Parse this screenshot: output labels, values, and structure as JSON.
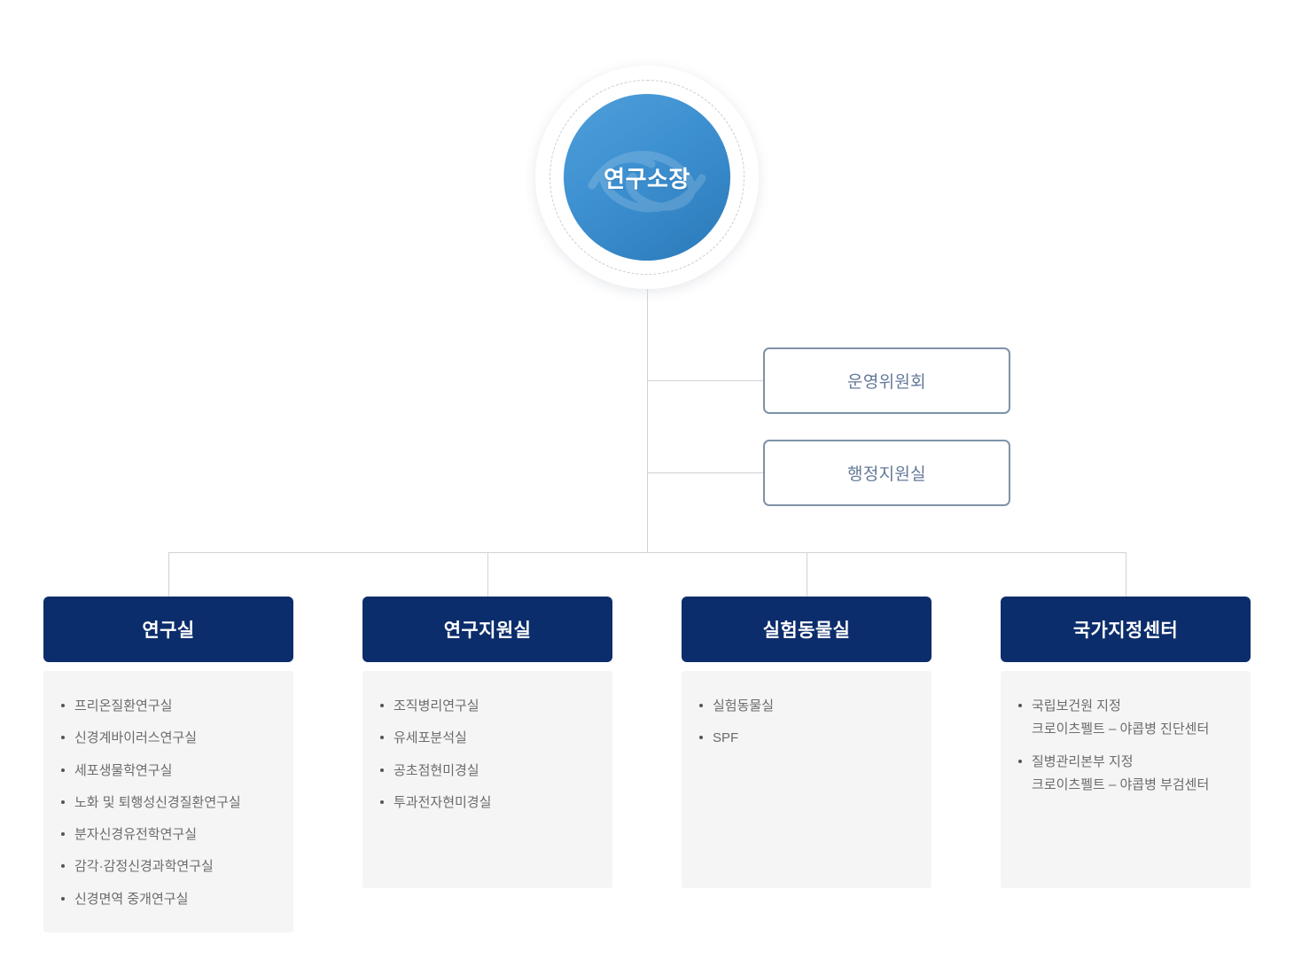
{
  "root": {
    "label": "연구소장",
    "colors": {
      "circle_from": "#4f9fda",
      "circle_to": "#2a79b9",
      "text": "#ffffff"
    }
  },
  "staff_boxes": [
    {
      "label": "운영위원회"
    },
    {
      "label": "행정지원실"
    }
  ],
  "departments": [
    {
      "title": "연구실",
      "items": [
        {
          "text": "프리온질환연구실"
        },
        {
          "text": "신경계바이러스연구실"
        },
        {
          "text": "세포생물학연구실"
        },
        {
          "text": "노화 및 퇴행성신경질환연구실"
        },
        {
          "text": "분자신경유전학연구실"
        },
        {
          "text": "감각·감정신경과학연구실"
        },
        {
          "text": "신경면역 중개연구실"
        }
      ]
    },
    {
      "title": "연구지원실",
      "items": [
        {
          "text": "조직병리연구실"
        },
        {
          "text": "유세포분석실"
        },
        {
          "text": "공초점현미경실"
        },
        {
          "text": "투과전자현미경실"
        }
      ]
    },
    {
      "title": "실험동물실",
      "items": [
        {
          "text": "실험동물실"
        },
        {
          "text": "SPF"
        }
      ]
    },
    {
      "title": "국가지정센터",
      "items": [
        {
          "text": "국립보건원 지정",
          "sub": "크로이츠펠트 – 야콥병 진단센터"
        },
        {
          "text": "질병관리본부 지정",
          "sub": "크로이츠펠트 – 야콥병 부검센터"
        }
      ]
    }
  ],
  "colors": {
    "header_navy": "#0c2d6b",
    "body_gray": "#f5f5f5",
    "box_border": "#7e93a8",
    "box_text": "#64799a",
    "line": "#cfd2d6",
    "list_text": "#6b6b6b"
  }
}
